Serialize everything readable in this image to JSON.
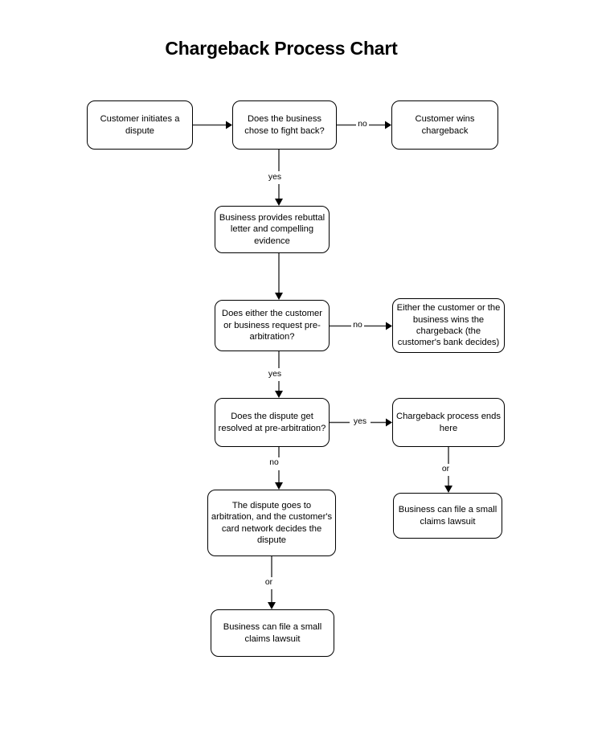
{
  "page": {
    "title": "Chargeback Process Chart",
    "background_color": "#ffffff",
    "node_border_color": "#000000",
    "connector_color": "#3b3b3b",
    "text_color": "#000000"
  },
  "chart_data": {
    "type": "diagram",
    "diagram_kind": "flowchart",
    "title": "Chargeback Process Chart",
    "orientation": "top-to-bottom with right-side branches",
    "nodes": [
      {
        "id": "n1",
        "label": "Customer initiates a dispute",
        "shape": "rounded-rect",
        "column": "left",
        "row": 1
      },
      {
        "id": "n2",
        "label": "Does the business chose to fight back?",
        "shape": "rounded-rect",
        "column": "center",
        "row": 1
      },
      {
        "id": "n3",
        "label": "Customer wins chargeback",
        "shape": "rounded-rect",
        "column": "right",
        "row": 1
      },
      {
        "id": "n4",
        "label": "Business provides rebuttal letter and compelling evidence",
        "shape": "rounded-rect",
        "column": "center",
        "row": 2
      },
      {
        "id": "n5",
        "label": "Does either the customer or business request pre-arbitration?",
        "shape": "rounded-rect",
        "column": "center",
        "row": 3
      },
      {
        "id": "n6",
        "label": "Either the customer or the business wins the chargeback (the customer's bank decides)",
        "shape": "rounded-rect",
        "column": "right",
        "row": 3
      },
      {
        "id": "n7",
        "label": "Does the dispute get resolved at pre-arbitration?",
        "shape": "rounded-rect",
        "column": "center",
        "row": 4
      },
      {
        "id": "n8",
        "label": "Chargeback process ends here",
        "shape": "rounded-rect",
        "column": "right",
        "row": 4
      },
      {
        "id": "n9",
        "label": "The dispute goes to arbitration, and the customer's card network decides the dispute",
        "shape": "rounded-rect",
        "column": "center",
        "row": 5
      },
      {
        "id": "n10",
        "label": "Business can file a small claims lawsuit",
        "shape": "rounded-rect",
        "column": "right",
        "row": 5
      },
      {
        "id": "n11",
        "label": "Business can file a small claims lawsuit",
        "shape": "rounded-rect",
        "column": "center",
        "row": 6
      }
    ],
    "edges": [
      {
        "from": "n1",
        "to": "n2",
        "label": "",
        "direction": "right"
      },
      {
        "from": "n2",
        "to": "n3",
        "label": "no",
        "direction": "right"
      },
      {
        "from": "n2",
        "to": "n4",
        "label": "yes",
        "direction": "down"
      },
      {
        "from": "n4",
        "to": "n5",
        "label": "",
        "direction": "down"
      },
      {
        "from": "n5",
        "to": "n6",
        "label": "no",
        "direction": "right"
      },
      {
        "from": "n5",
        "to": "n7",
        "label": "yes",
        "direction": "down"
      },
      {
        "from": "n7",
        "to": "n8",
        "label": "yes",
        "direction": "right"
      },
      {
        "from": "n7",
        "to": "n9",
        "label": "no",
        "direction": "down"
      },
      {
        "from": "n8",
        "to": "n10",
        "label": "or",
        "direction": "down"
      },
      {
        "from": "n9",
        "to": "n11",
        "label": "or",
        "direction": "down"
      }
    ],
    "edge_labels": [
      "no",
      "yes",
      "no",
      "yes",
      "yes",
      "no",
      "or",
      "or"
    ]
  }
}
